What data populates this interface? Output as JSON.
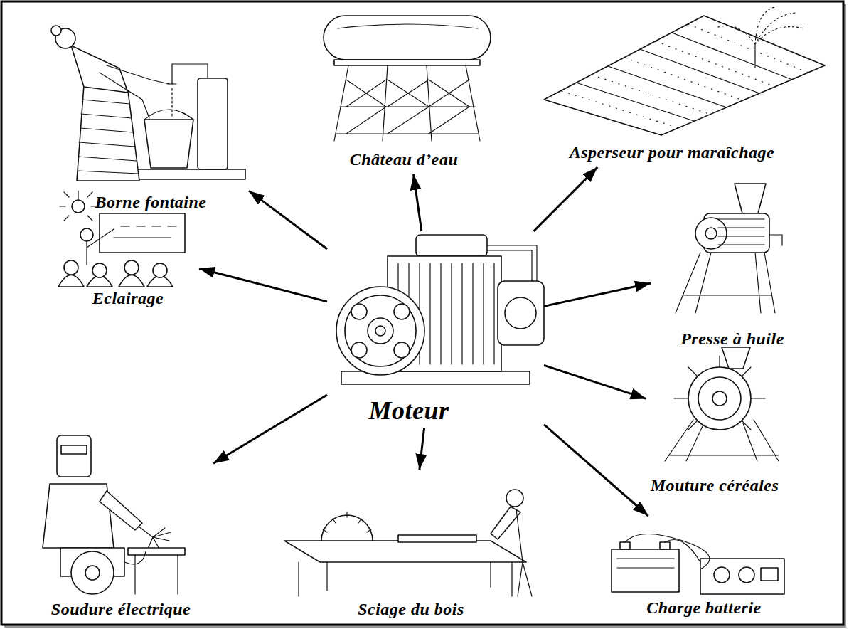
{
  "diagram": {
    "nodes": [
      {
        "text": [
          "Borne fontaine"
        ]
      },
      {
        "text": [
          "Château d’eau"
        ]
      },
      {
        "text": [
          "Asperseur pour maraîchage"
        ]
      },
      {
        "text": [
          "Eclairage"
        ]
      },
      {
        "text": [
          "Moteur"
        ]
      },
      {
        "text": [
          "Presse à huile"
        ]
      },
      {
        "text": [
          "Mouture céréales"
        ]
      },
      {
        "text": [
          "Soudure électrique"
        ]
      },
      {
        "text": [
          "Sciage du bois"
        ]
      },
      {
        "text": [
          "Charge batterie"
        ]
      }
    ],
    "edges": [
      {
        "from": 4,
        "to": 0,
        "arrow": "to"
      },
      {
        "from": 4,
        "to": 1,
        "arrow": "to"
      },
      {
        "from": 4,
        "to": 2,
        "arrow": "to"
      },
      {
        "from": 4,
        "to": 3,
        "arrow": "to"
      },
      {
        "from": 4,
        "to": 5,
        "arrow": "to"
      },
      {
        "from": 4,
        "to": 6,
        "arrow": "to"
      },
      {
        "from": 4,
        "to": 9,
        "arrow": "to"
      },
      {
        "from": 4,
        "to": 8,
        "arrow": "to"
      },
      {
        "from": 4,
        "to": 7,
        "arrow": "to"
      }
    ]
  }
}
